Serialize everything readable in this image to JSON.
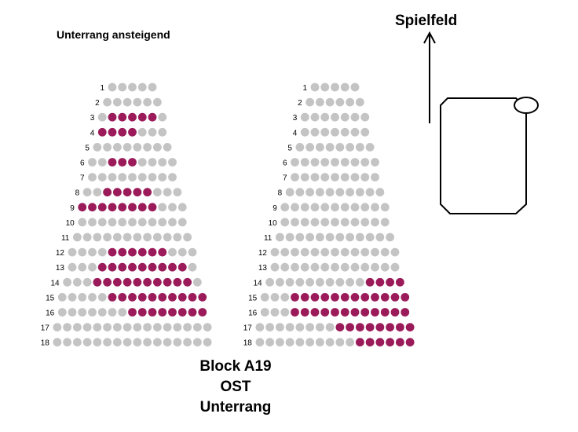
{
  "title": "Spielfeld",
  "subtitle": "Unterrang ansteigend",
  "block": {
    "line1": "Block A19",
    "line2": "OST",
    "line3": "Unterrang"
  },
  "colors": {
    "available": "#c4c4c4",
    "taken": "#9b1b5a",
    "outline": "#000000"
  },
  "sections": [
    {
      "name": "left",
      "rows": [
        {
          "label": "1",
          "seats": 5,
          "taken": []
        },
        {
          "label": "2",
          "seats": 6,
          "taken": []
        },
        {
          "label": "3",
          "seats": 7,
          "taken": [
            2,
            3,
            4,
            5,
            6
          ]
        },
        {
          "label": "4",
          "seats": 7,
          "taken": [
            1,
            2,
            3,
            4
          ]
        },
        {
          "label": "5",
          "seats": 8,
          "taken": []
        },
        {
          "label": "6",
          "seats": 9,
          "taken": [
            3,
            4,
            5
          ]
        },
        {
          "label": "7",
          "seats": 9,
          "taken": []
        },
        {
          "label": "8",
          "seats": 10,
          "taken": [
            3,
            4,
            5,
            6,
            7
          ]
        },
        {
          "label": "9",
          "seats": 11,
          "taken": [
            1,
            2,
            3,
            4,
            5,
            6,
            7,
            8
          ]
        },
        {
          "label": "10",
          "seats": 11,
          "taken": []
        },
        {
          "label": "11",
          "seats": 12,
          "taken": []
        },
        {
          "label": "12",
          "seats": 13,
          "taken": [
            5,
            6,
            7,
            8,
            9,
            10
          ]
        },
        {
          "label": "13",
          "seats": 13,
          "taken": [
            4,
            5,
            6,
            7,
            8,
            9,
            10,
            11,
            12
          ]
        },
        {
          "label": "14",
          "seats": 14,
          "taken": [
            4,
            5,
            6,
            7,
            8,
            9,
            10,
            11,
            12,
            13
          ]
        },
        {
          "label": "15",
          "seats": 15,
          "taken": [
            6,
            7,
            8,
            9,
            10,
            11,
            12,
            13,
            14,
            15
          ]
        },
        {
          "label": "16",
          "seats": 15,
          "taken": [
            8,
            9,
            10,
            11,
            12,
            13,
            14,
            15
          ]
        },
        {
          "label": "17",
          "seats": 16,
          "taken": []
        },
        {
          "label": "18",
          "seats": 16,
          "taken": []
        }
      ]
    },
    {
      "name": "right",
      "rows": [
        {
          "label": "1",
          "seats": 5,
          "taken": []
        },
        {
          "label": "2",
          "seats": 6,
          "taken": []
        },
        {
          "label": "3",
          "seats": 7,
          "taken": []
        },
        {
          "label": "4",
          "seats": 7,
          "taken": []
        },
        {
          "label": "5",
          "seats": 8,
          "taken": []
        },
        {
          "label": "6",
          "seats": 9,
          "taken": []
        },
        {
          "label": "7",
          "seats": 9,
          "taken": []
        },
        {
          "label": "8",
          "seats": 10,
          "taken": []
        },
        {
          "label": "9",
          "seats": 11,
          "taken": []
        },
        {
          "label": "10",
          "seats": 11,
          "taken": []
        },
        {
          "label": "11",
          "seats": 12,
          "taken": []
        },
        {
          "label": "12",
          "seats": 13,
          "taken": []
        },
        {
          "label": "13",
          "seats": 13,
          "taken": []
        },
        {
          "label": "14",
          "seats": 14,
          "taken": [
            11,
            12,
            13,
            14
          ]
        },
        {
          "label": "15",
          "seats": 15,
          "taken": [
            4,
            5,
            6,
            7,
            8,
            9,
            10,
            11,
            12,
            13,
            14,
            15
          ]
        },
        {
          "label": "16",
          "seats": 15,
          "taken": [
            4,
            5,
            6,
            7,
            8,
            9,
            10,
            11,
            12,
            13,
            14,
            15
          ]
        },
        {
          "label": "17",
          "seats": 16,
          "taken": [
            9,
            10,
            11,
            12,
            13,
            14,
            15,
            16
          ]
        },
        {
          "label": "18",
          "seats": 16,
          "taken": [
            11,
            12,
            13,
            14,
            15,
            16
          ]
        }
      ]
    }
  ]
}
